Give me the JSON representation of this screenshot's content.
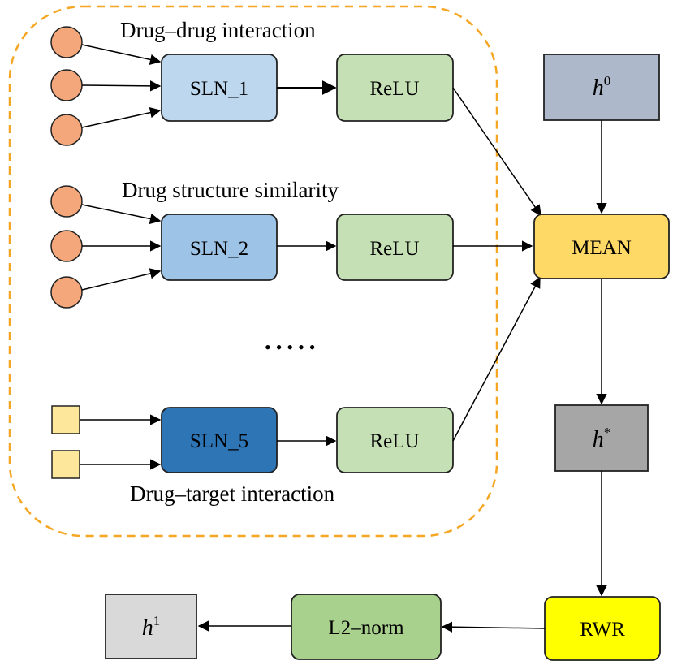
{
  "labels": {
    "drug_drug": "Drug–drug interaction",
    "drug_structure": "Drug structure similarity",
    "drug_target": "Drug–target interaction",
    "ellipsis": "•••••"
  },
  "nodes": {
    "sln1": "SLN_1",
    "sln2": "SLN_2",
    "sln5": "SLN_5",
    "relu1": "ReLU",
    "relu2": "ReLU",
    "relu3": "ReLU",
    "mean": "MEAN",
    "rwr": "RWR",
    "l2norm": "L2–norm",
    "h0_base": "h",
    "h0_sup": "0",
    "hstar_base": "h",
    "hstar_sup": "*",
    "h1_base": "h",
    "h1_sup": "1"
  },
  "colors": {
    "dashed_border": "#f5a623",
    "circle_fill": "#f4a77a",
    "square_fill": "#fde79a",
    "sln1_fill": "#bdd7ee",
    "sln2_fill": "#9dc3e6",
    "sln5_fill": "#2e75b6",
    "relu_fill": "#c5e0b4",
    "mean_fill": "#ffd966",
    "rwr_fill": "#ffff00",
    "l2_fill": "#a9d18e",
    "h0_fill": "#adb9ca",
    "hstar_fill": "#a6a6a6",
    "h1_fill": "#d9d9d9"
  }
}
